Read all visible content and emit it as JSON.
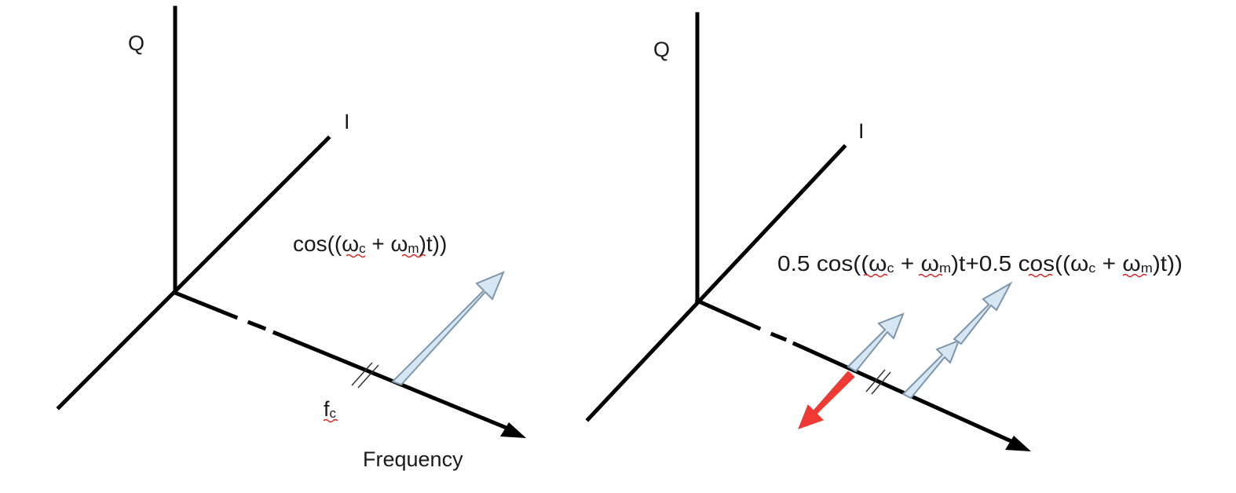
{
  "left": {
    "q_label": "Q",
    "i_label": "I",
    "expression": {
      "prefix": "cos((",
      "omega1": "ω",
      "sub1": "c",
      "plus": " + ",
      "omega2": "ω",
      "sub2": "m",
      "suffix": ")t))"
    },
    "fc_label": {
      "main": "f",
      "sub": "c"
    },
    "frequency_label": "Frequency"
  },
  "right": {
    "q_label": "Q",
    "i_label": "I",
    "expression": {
      "part1": "0.5 cos((",
      "omega1": "ω",
      "sub1": "c",
      "plus1": " + ",
      "omega2": "ω",
      "sub2": "m",
      "part2": ")t+0.5 cos((",
      "omega3": "ω",
      "sub3": "c",
      "plus2": " + ",
      "omega4": "ω",
      "sub4": "m",
      "part3": ")t))"
    }
  },
  "colors": {
    "axis": "#000000",
    "phasor_fill": "#d6e6f3",
    "phasor_stroke": "#7d96ab",
    "negative_phasor": "#ee3a32",
    "spellcheck_squiggle": "#dd2222"
  }
}
